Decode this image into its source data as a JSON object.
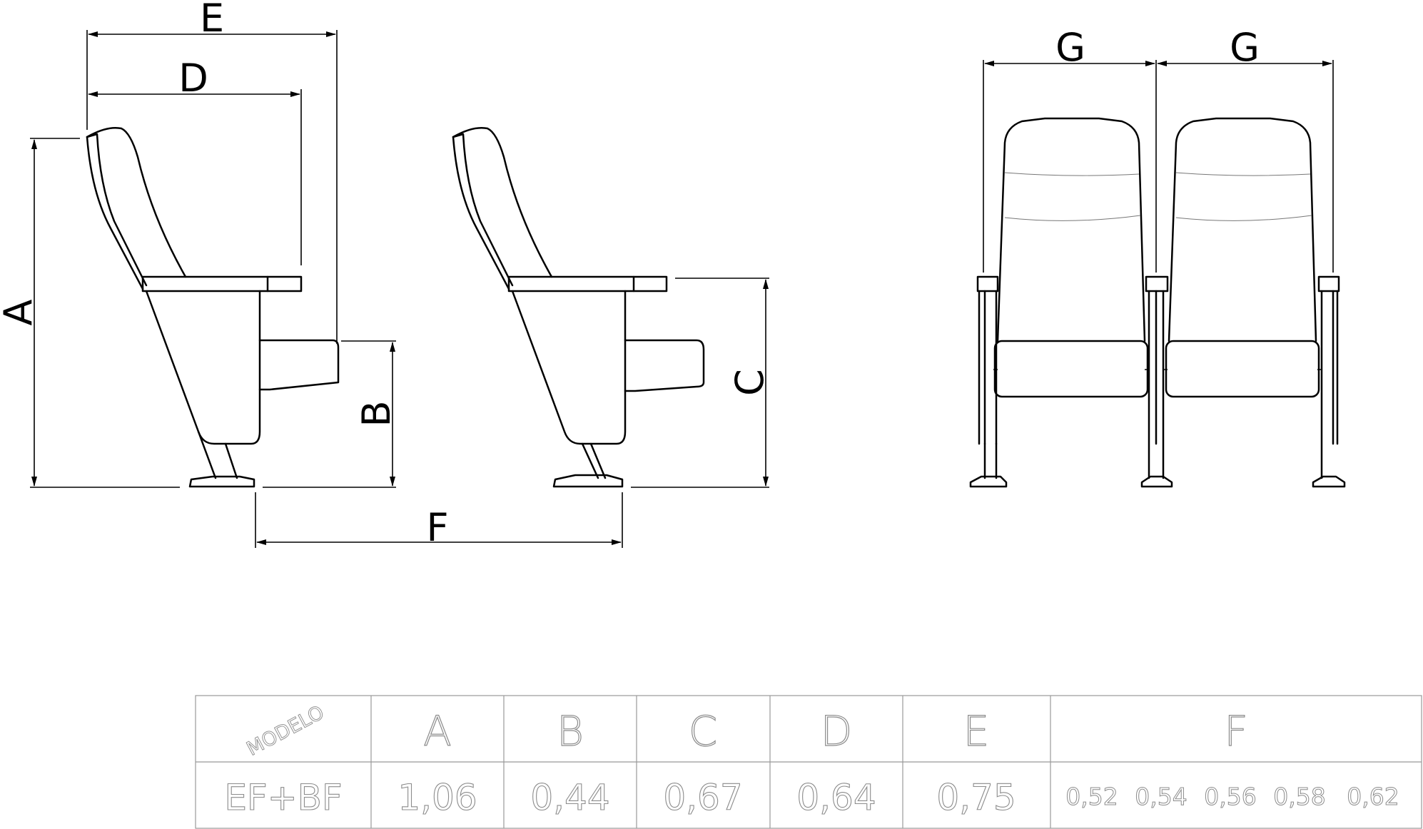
{
  "dimension_labels": {
    "A": "A",
    "B": "B",
    "C": "C",
    "D": "D",
    "E": "E",
    "F": "F",
    "G1": "G",
    "G2": "G"
  },
  "table": {
    "model_header": "MODELO",
    "columns": [
      "A",
      "B",
      "C",
      "D",
      "E",
      "F"
    ],
    "model_name": "EF+BF",
    "values": [
      "1,06",
      "0,44",
      "0,67",
      "0,64",
      "0,75"
    ],
    "f_values": [
      "0,52",
      "0,54",
      "0,56",
      "0,58",
      "0,62"
    ]
  }
}
